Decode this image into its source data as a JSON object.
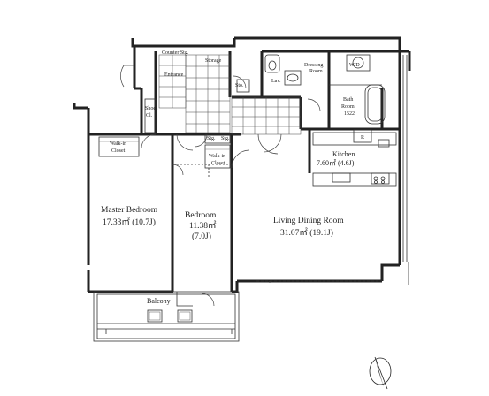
{
  "rooms": {
    "master_bedroom": {
      "name": "Master Bedroom",
      "area": "17.33㎡ (10.7J)"
    },
    "bedroom": {
      "name": "Bedroom",
      "area": "11.38㎡",
      "tatami": "(7.0J)"
    },
    "ldr": {
      "name": "Living Dining Room",
      "area": "31.07㎡ (19.1J)"
    },
    "kitchen": {
      "name": "Kitchen",
      "area": "7.60㎡ (4.6J)"
    },
    "bath": {
      "name": "Bath",
      "name2": "Room",
      "code": "1522"
    },
    "dressing": {
      "name": "Dressing",
      "name2": "Room"
    },
    "entrance": {
      "name": "Entrance"
    },
    "storage": {
      "name": "Storage"
    },
    "counter_stg": {
      "name": "Counter Stg."
    },
    "shoes_cl": {
      "name": "Shoes",
      "name2": "Cl."
    },
    "walkin_master": {
      "name": "Walk-in",
      "name2": "Closet"
    },
    "walkin_bed": {
      "name": "Walk-in",
      "name2": "Closet"
    },
    "stg_left": {
      "name": "Stg."
    },
    "stg_right": {
      "name": "Stg."
    },
    "wd": {
      "name": "W/D"
    },
    "lav": {
      "name": "Lav."
    },
    "sto": {
      "name": "Sto."
    },
    "balcony": {
      "name": "Balcony"
    },
    "kitchen_r": {
      "name": "R"
    }
  },
  "icons": {
    "compass": "north-arrow",
    "ac_unit": "ac-unit"
  }
}
